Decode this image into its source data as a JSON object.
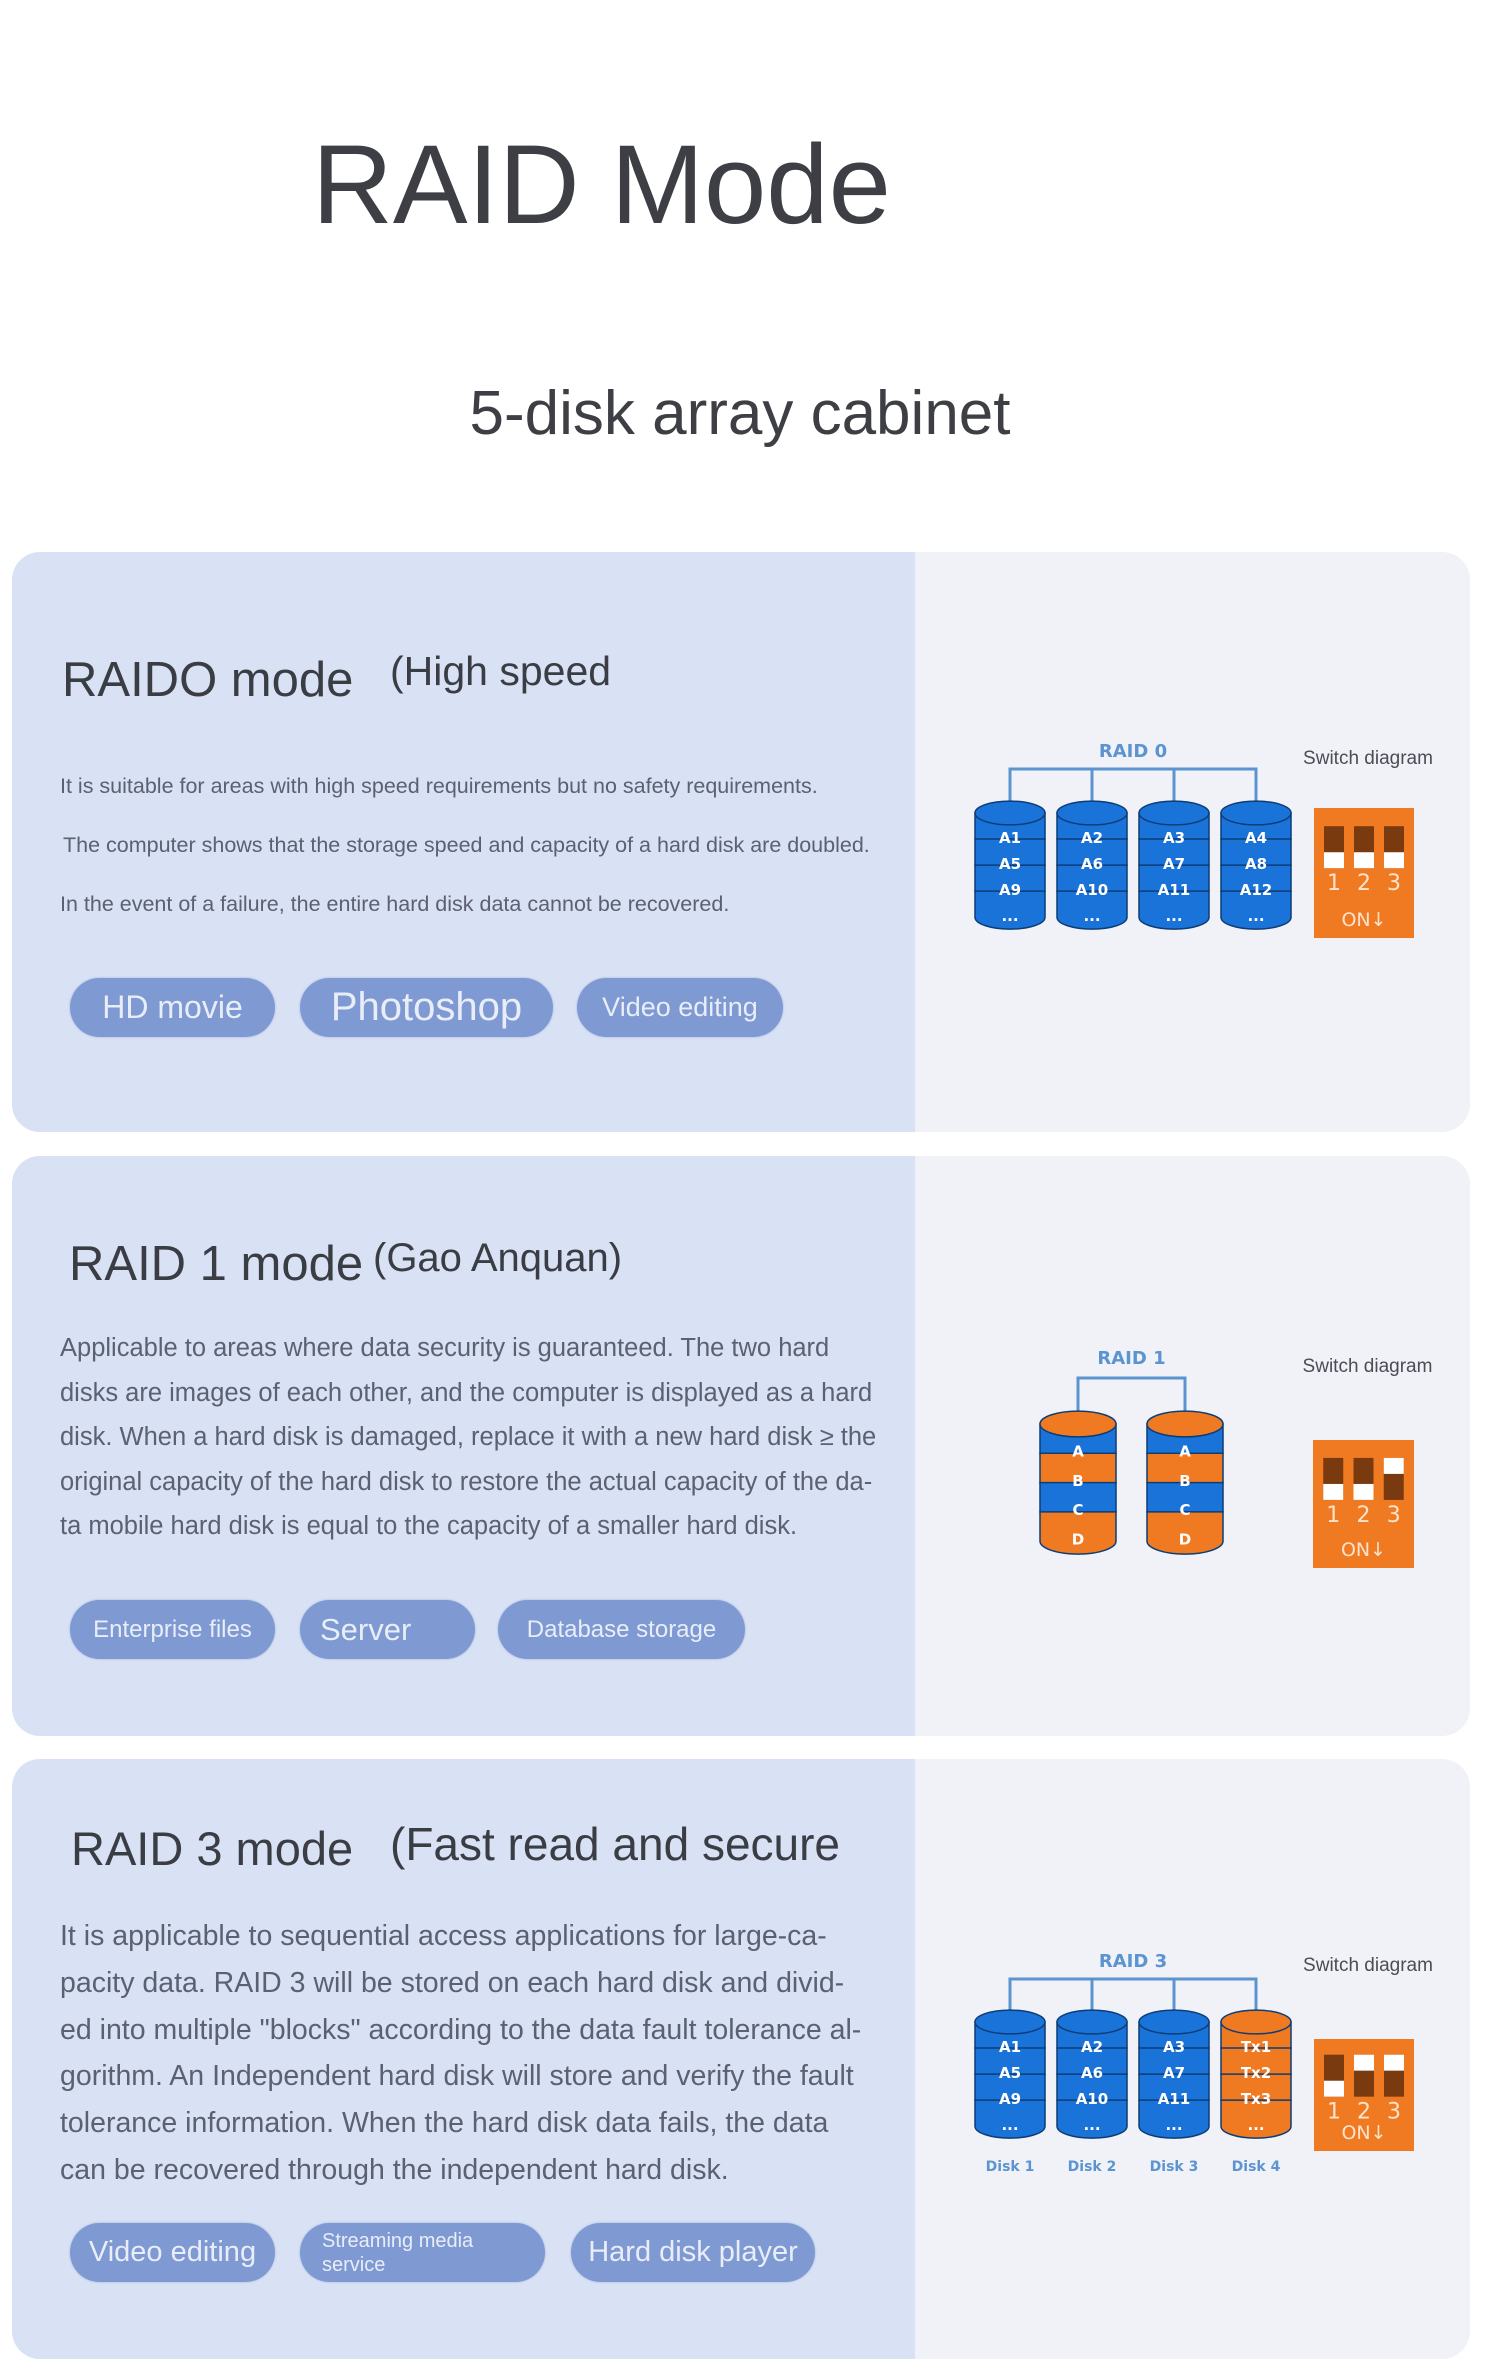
{
  "header": {
    "title": "RAID Mode",
    "subtitle": "5-disk array cabinet"
  },
  "colors": {
    "blue": "#1a73d9",
    "orange": "#f07a22",
    "line": "#5b94cf",
    "switch_dark": "#7a3a10",
    "pill": "#7f9ad3"
  },
  "cards": [
    {
      "heading": "RAIDO mode",
      "heading_note": "(High speed",
      "body_lines": [
        "It is suitable for areas with high speed requirements but no safety requirements.",
        "The computer shows that the storage speed and capacity of a hard disk are doubled.",
        "In the event of a failure, the entire hard disk data cannot be recovered."
      ],
      "tags": [
        "HD movie",
        "Photoshop",
        "Video editing"
      ],
      "diagram": {
        "label": "RAID 0",
        "switch_label": "Switch diagram",
        "switch_numbers": [
          "1",
          "2",
          "3"
        ],
        "switch_on_label": "ON↓",
        "switch_states": [
          "on",
          "on",
          "on"
        ],
        "disks": [
          {
            "cap": "blue",
            "bands": [
              {
                "t": "A1",
                "c": "blue"
              },
              {
                "t": "A5",
                "c": "blue"
              },
              {
                "t": "A9",
                "c": "blue"
              },
              {
                "t": "...",
                "c": "blue"
              }
            ]
          },
          {
            "cap": "blue",
            "bands": [
              {
                "t": "A2",
                "c": "blue"
              },
              {
                "t": "A6",
                "c": "blue"
              },
              {
                "t": "A10",
                "c": "blue"
              },
              {
                "t": "...",
                "c": "blue"
              }
            ]
          },
          {
            "cap": "blue",
            "bands": [
              {
                "t": "A3",
                "c": "blue"
              },
              {
                "t": "A7",
                "c": "blue"
              },
              {
                "t": "A11",
                "c": "blue"
              },
              {
                "t": "...",
                "c": "blue"
              }
            ]
          },
          {
            "cap": "blue",
            "bands": [
              {
                "t": "A4",
                "c": "blue"
              },
              {
                "t": "A8",
                "c": "blue"
              },
              {
                "t": "A12",
                "c": "blue"
              },
              {
                "t": "...",
                "c": "blue"
              }
            ]
          }
        ]
      }
    },
    {
      "heading": "RAID 1 mode",
      "heading_note": "(Gao Anquan)",
      "body_lines": [
        "Applicable to areas where data security is guaranteed. The two hard",
        "disks are images of each other, and the computer is displayed as a hard",
        "disk. When a hard disk is damaged, replace it with a new hard disk ≥ the",
        "original capacity of the hard disk to restore the actual capacity of the da-",
        "ta mobile hard disk is equal to the capacity of a smaller hard disk."
      ],
      "tags": [
        "Enterprise files",
        "Server",
        "Database storage"
      ],
      "diagram": {
        "label": "RAID 1",
        "switch_label": "Switch diagram",
        "switch_numbers": [
          "1",
          "2",
          "3"
        ],
        "switch_on_label": "ON↓",
        "switch_states": [
          "on",
          "on",
          "off"
        ],
        "disks": [
          {
            "cap": "orange",
            "bands": [
              {
                "t": "A",
                "c": "blue"
              },
              {
                "t": "B",
                "c": "orange"
              },
              {
                "t": "C",
                "c": "blue"
              },
              {
                "t": "D",
                "c": "orange"
              }
            ]
          },
          {
            "cap": "orange",
            "bands": [
              {
                "t": "A",
                "c": "blue"
              },
              {
                "t": "B",
                "c": "orange"
              },
              {
                "t": "C",
                "c": "blue"
              },
              {
                "t": "D",
                "c": "orange"
              }
            ]
          }
        ]
      }
    },
    {
      "heading": "RAID 3 mode",
      "heading_note": "(Fast read and secure",
      "body_lines": [
        "It is applicable to sequential access applications for large-ca-",
        "pacity data. RAID 3 will be stored on each hard disk and divid-",
        "ed into multiple \"blocks\" according to the data fault tolerance al-",
        "gorithm. An Independent hard disk will store and verify the fault",
        "tolerance information. When the hard disk data fails, the data",
        "can be recovered through the independent hard disk."
      ],
      "tags": [
        "Video editing",
        "Streaming media service",
        "Hard disk player"
      ],
      "diagram": {
        "label": "RAID 3",
        "switch_label": "Switch diagram",
        "switch_numbers": [
          "1",
          "2",
          "3"
        ],
        "switch_on_label": "ON↓",
        "switch_states": [
          "on",
          "off",
          "off"
        ],
        "disks": [
          {
            "name": "Disk 1",
            "cap": "blue",
            "bands": [
              {
                "t": "A1",
                "c": "blue"
              },
              {
                "t": "A5",
                "c": "blue"
              },
              {
                "t": "A9",
                "c": "blue"
              },
              {
                "t": "...",
                "c": "blue"
              }
            ]
          },
          {
            "name": "Disk 2",
            "cap": "blue",
            "bands": [
              {
                "t": "A2",
                "c": "blue"
              },
              {
                "t": "A6",
                "c": "blue"
              },
              {
                "t": "A10",
                "c": "blue"
              },
              {
                "t": "...",
                "c": "blue"
              }
            ]
          },
          {
            "name": "Disk 3",
            "cap": "blue",
            "bands": [
              {
                "t": "A3",
                "c": "blue"
              },
              {
                "t": "A7",
                "c": "blue"
              },
              {
                "t": "A11",
                "c": "blue"
              },
              {
                "t": "...",
                "c": "blue"
              }
            ]
          },
          {
            "name": "Disk 4",
            "cap": "orange",
            "bands": [
              {
                "t": "Tx1",
                "c": "orange"
              },
              {
                "t": "Tx2",
                "c": "orange"
              },
              {
                "t": "Tx3",
                "c": "orange"
              },
              {
                "t": "...",
                "c": "orange"
              }
            ]
          }
        ]
      }
    }
  ]
}
